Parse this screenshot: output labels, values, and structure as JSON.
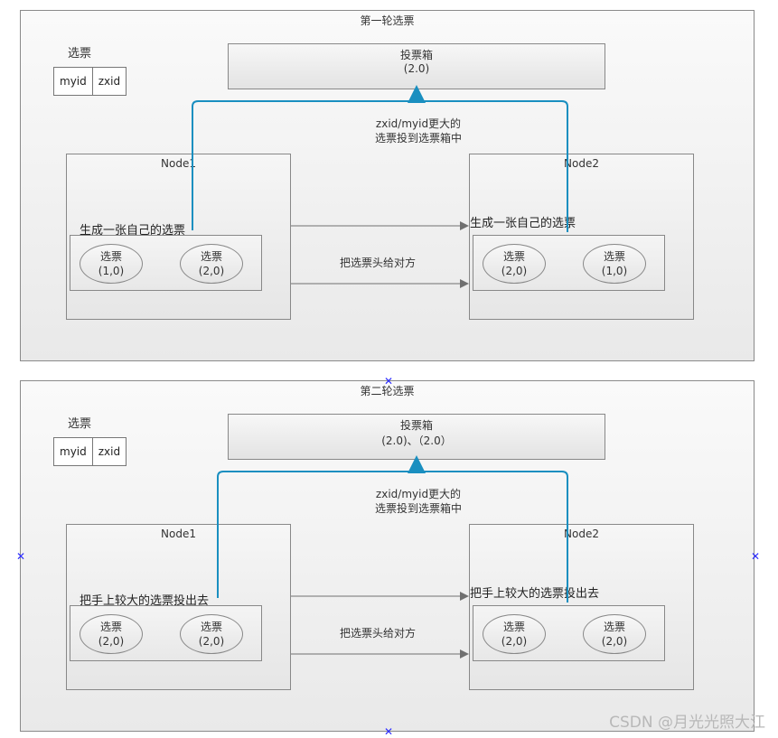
{
  "round1": {
    "title": "第一轮选票",
    "ballot_label": "选票",
    "key_cells": [
      "myid",
      "zxid"
    ],
    "ballot_box": {
      "title": "投票箱",
      "value": "(2.0)"
    },
    "arrow_note": [
      "zxid/myid更大的",
      "选票投到选票箱中"
    ],
    "exchange_note": "把选票头给对方",
    "node1": {
      "title": "Node1",
      "caption": "生成一张自己的选票",
      "votes": [
        {
          "label": "选票",
          "value": "(1,0)"
        },
        {
          "label": "选票",
          "value": "(2,0)"
        }
      ]
    },
    "node2": {
      "title": "Node2",
      "caption": "生成一张自己的选票",
      "votes": [
        {
          "label": "选票",
          "value": "(2,0)"
        },
        {
          "label": "选票",
          "value": "(1,0)"
        }
      ]
    }
  },
  "round2": {
    "title": "第二轮选票",
    "ballot_label": "选票",
    "key_cells": [
      "myid",
      "zxid"
    ],
    "ballot_box": {
      "title": "投票箱",
      "value": "(2.0)、（2.0）"
    },
    "arrow_note": [
      "zxid/myid更大的",
      "选票投到选票箱中"
    ],
    "exchange_note": "把选票头给对方",
    "node1": {
      "title": "Node1",
      "caption": "把手上较大的选票投出去",
      "votes": [
        {
          "label": "选票",
          "value": "(2,0)"
        },
        {
          "label": "选票",
          "value": "(2,0)"
        }
      ]
    },
    "node2": {
      "title": "Node2",
      "caption": "把手上较大的选票投出去",
      "votes": [
        {
          "label": "选票",
          "value": "(2,0)"
        },
        {
          "label": "选票",
          "value": "(2,0)"
        }
      ]
    }
  },
  "watermark": "CSDN @月光光照大江",
  "colors": {
    "flow_line": "#1a8fc0",
    "arrow_line": "#707070",
    "marker": "#2a2aff"
  }
}
